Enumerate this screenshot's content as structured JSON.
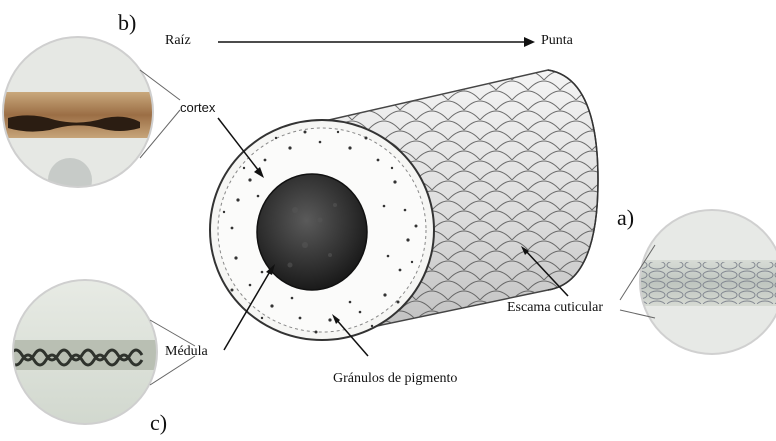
{
  "panels": {
    "b": "b)",
    "a": "a)",
    "c": "c)"
  },
  "direction": {
    "start": "Raíz",
    "end": "Punta"
  },
  "labels": {
    "cortex": "cortex",
    "medula": "Médula",
    "granulos": "Gránulos de pigmento",
    "escama": "Escama cuticular"
  }
}
